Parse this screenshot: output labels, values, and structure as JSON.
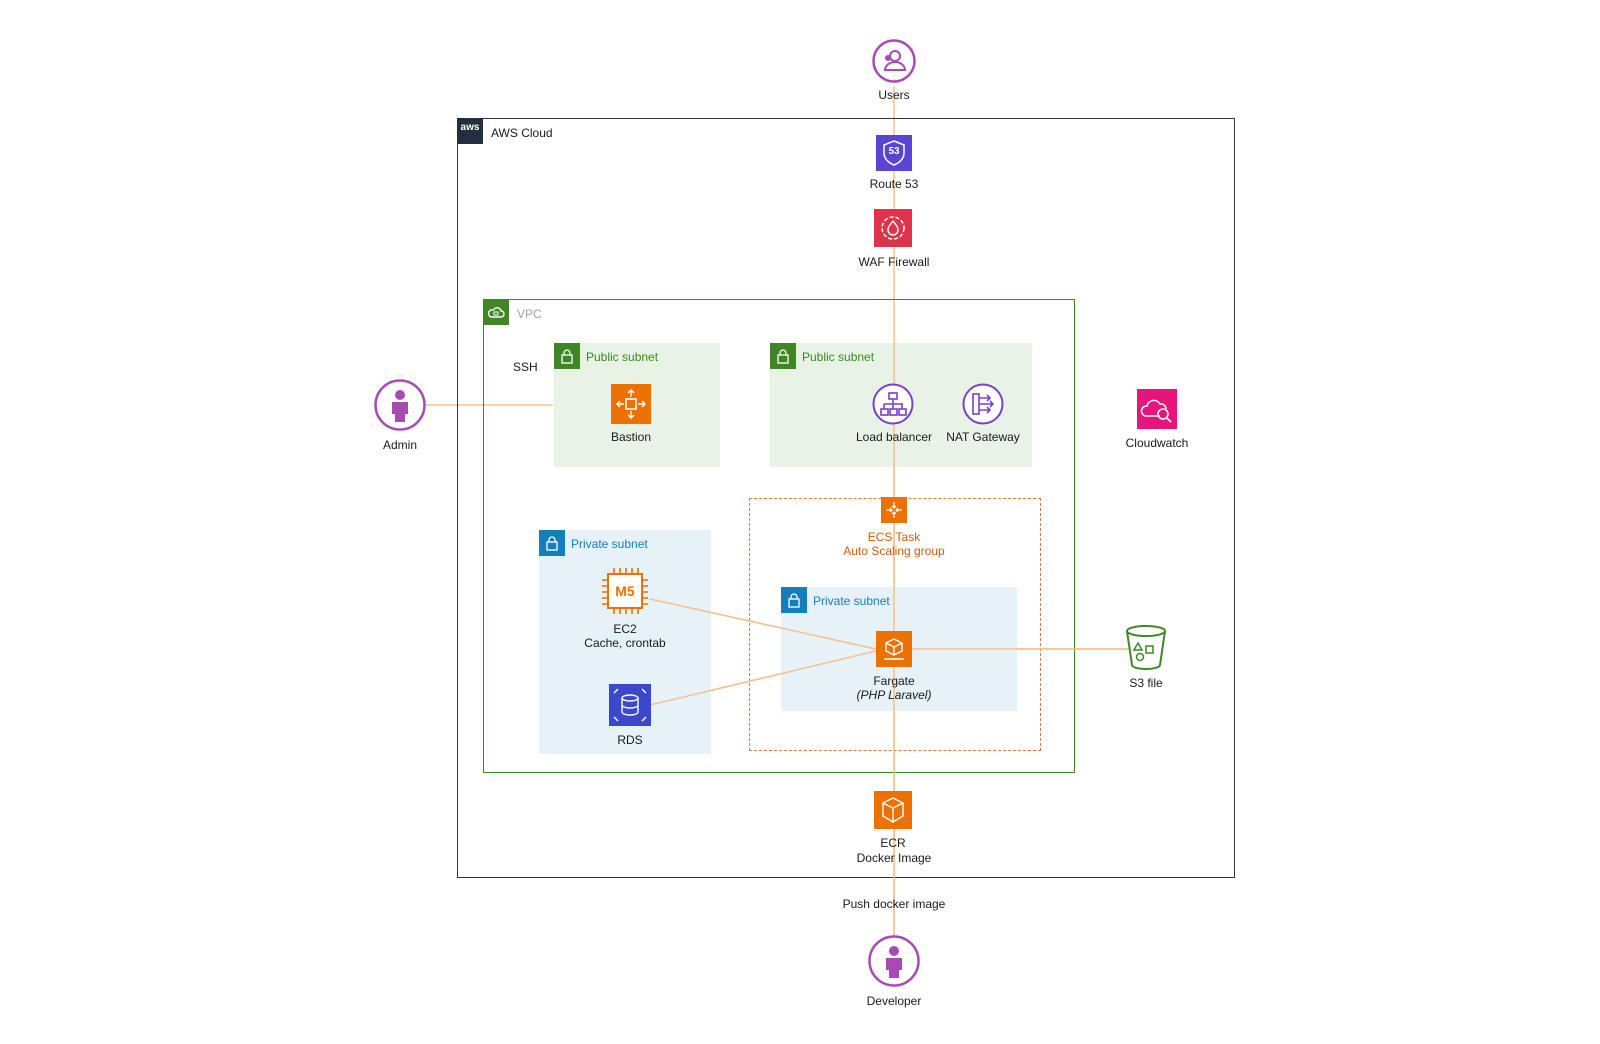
{
  "aws_cloud": {
    "label": "AWS Cloud",
    "badge": "aws"
  },
  "vpc": {
    "label": "VPC"
  },
  "subnets": {
    "public_left": "Public subnet",
    "public_right": "Public subnet",
    "private_left": "Private subnet",
    "private_inner": "Private subnet"
  },
  "ecs_group": {
    "line1": "ECS Task",
    "line2": "Auto Scaling group"
  },
  "nodes": {
    "users": "Users",
    "route53": "Route 53",
    "route53_badge": "53",
    "waf": "WAF Firewall",
    "admin": "Admin",
    "bastion": "Bastion",
    "load_balancer": "Load balancer",
    "nat_gateway": "NAT Gateway",
    "cloudwatch": "Cloudwatch",
    "ec2_line1": "EC2",
    "ec2_line2": "Cache, crontab",
    "ec2_badge": "M5",
    "rds": "RDS",
    "fargate_line1": "Fargate",
    "fargate_line2": "(PHP Laravel)",
    "s3": "S3 file",
    "ecr_line1": "ECR",
    "ecr_line2": "Docker Image",
    "developer": "Developer"
  },
  "edge_labels": {
    "ssh": "SSH",
    "push": "Push docker image"
  },
  "colors": {
    "connector": "#f5c08f",
    "vpc_border": "#3f8624",
    "public_fill": "#e8f3e5",
    "private_fill": "#e6f1f8",
    "private_text": "#147eba",
    "public_text": "#3f8624",
    "ecs_dashed": "#e07941",
    "ecs_text": "#d45b07",
    "actor": "#a74ab4",
    "route53": "#5a44d4",
    "waf": "#dd344c",
    "cloudwatch": "#e7157b",
    "compute": "#ed7100",
    "network_purple": "#7b40c8",
    "s3": "#3f8624"
  }
}
